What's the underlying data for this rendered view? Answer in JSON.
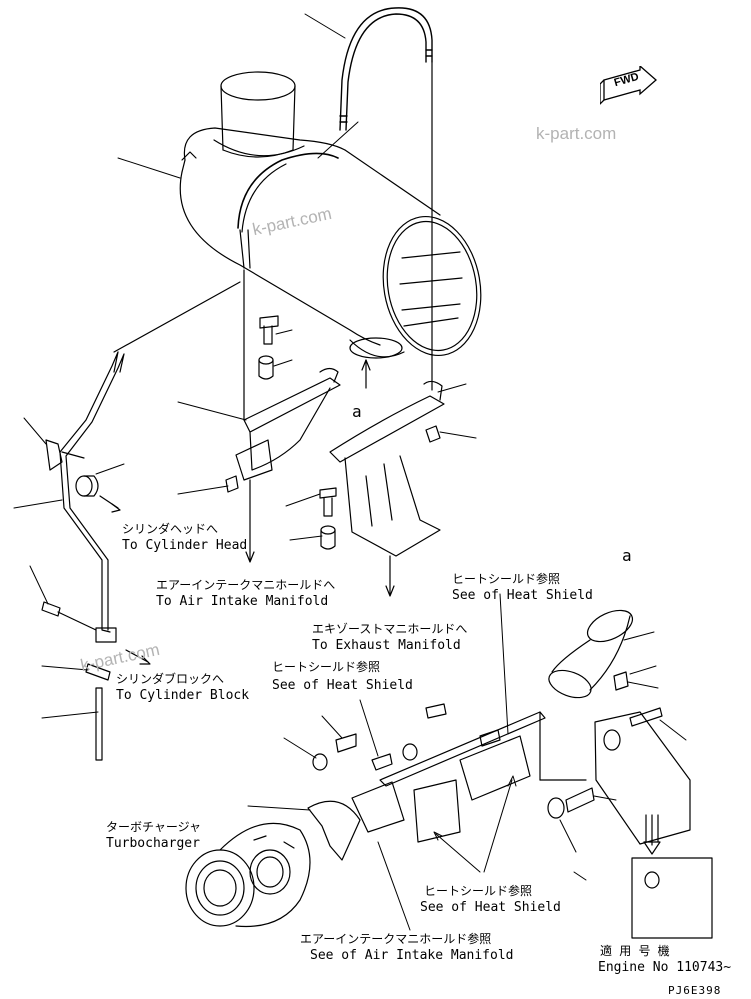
{
  "watermark": {
    "text_1": "k-part.com",
    "text_2": "k-part.com",
    "text_3": "k-part.com"
  },
  "direction_badge": {
    "text": "FWD"
  },
  "section_label": {
    "a_top": "a",
    "a_right": "a"
  },
  "callouts": {
    "cylinder_head_jp": "シリンダヘッドへ",
    "cylinder_head_en": "To Cylinder Head",
    "intake_jp": "エアーインテークマニホールドへ",
    "intake_en": "To Air Intake Manifold",
    "exhaust_jp": "エキゾーストマニホールドへ",
    "exhaust_en": "To Exhaust Manifold",
    "heat_shield_1_jp": "ヒートシールド参照",
    "heat_shield_1_en": "See of Heat Shield",
    "heat_shield_2_jp": "ヒートシールド参照",
    "heat_shield_2_en": "See of Heat Shield",
    "cylinder_block_jp": "シリンダブロックへ",
    "cylinder_block_en": "To Cylinder Block",
    "turbo_jp": "ターボチャージャ",
    "turbo_en": "Turbocharger",
    "heat_shield_3_jp": "ヒートシールド参照",
    "heat_shield_3_en": "See of Heat Shield",
    "intake_ref_jp": "エアーインテークマニホールド参照",
    "intake_ref_en": "See of Air Intake Manifold",
    "applicable_jp": "適 用 号 機",
    "applicable_en": "Engine No 110743~"
  },
  "drawing_code": "PJ6E398"
}
